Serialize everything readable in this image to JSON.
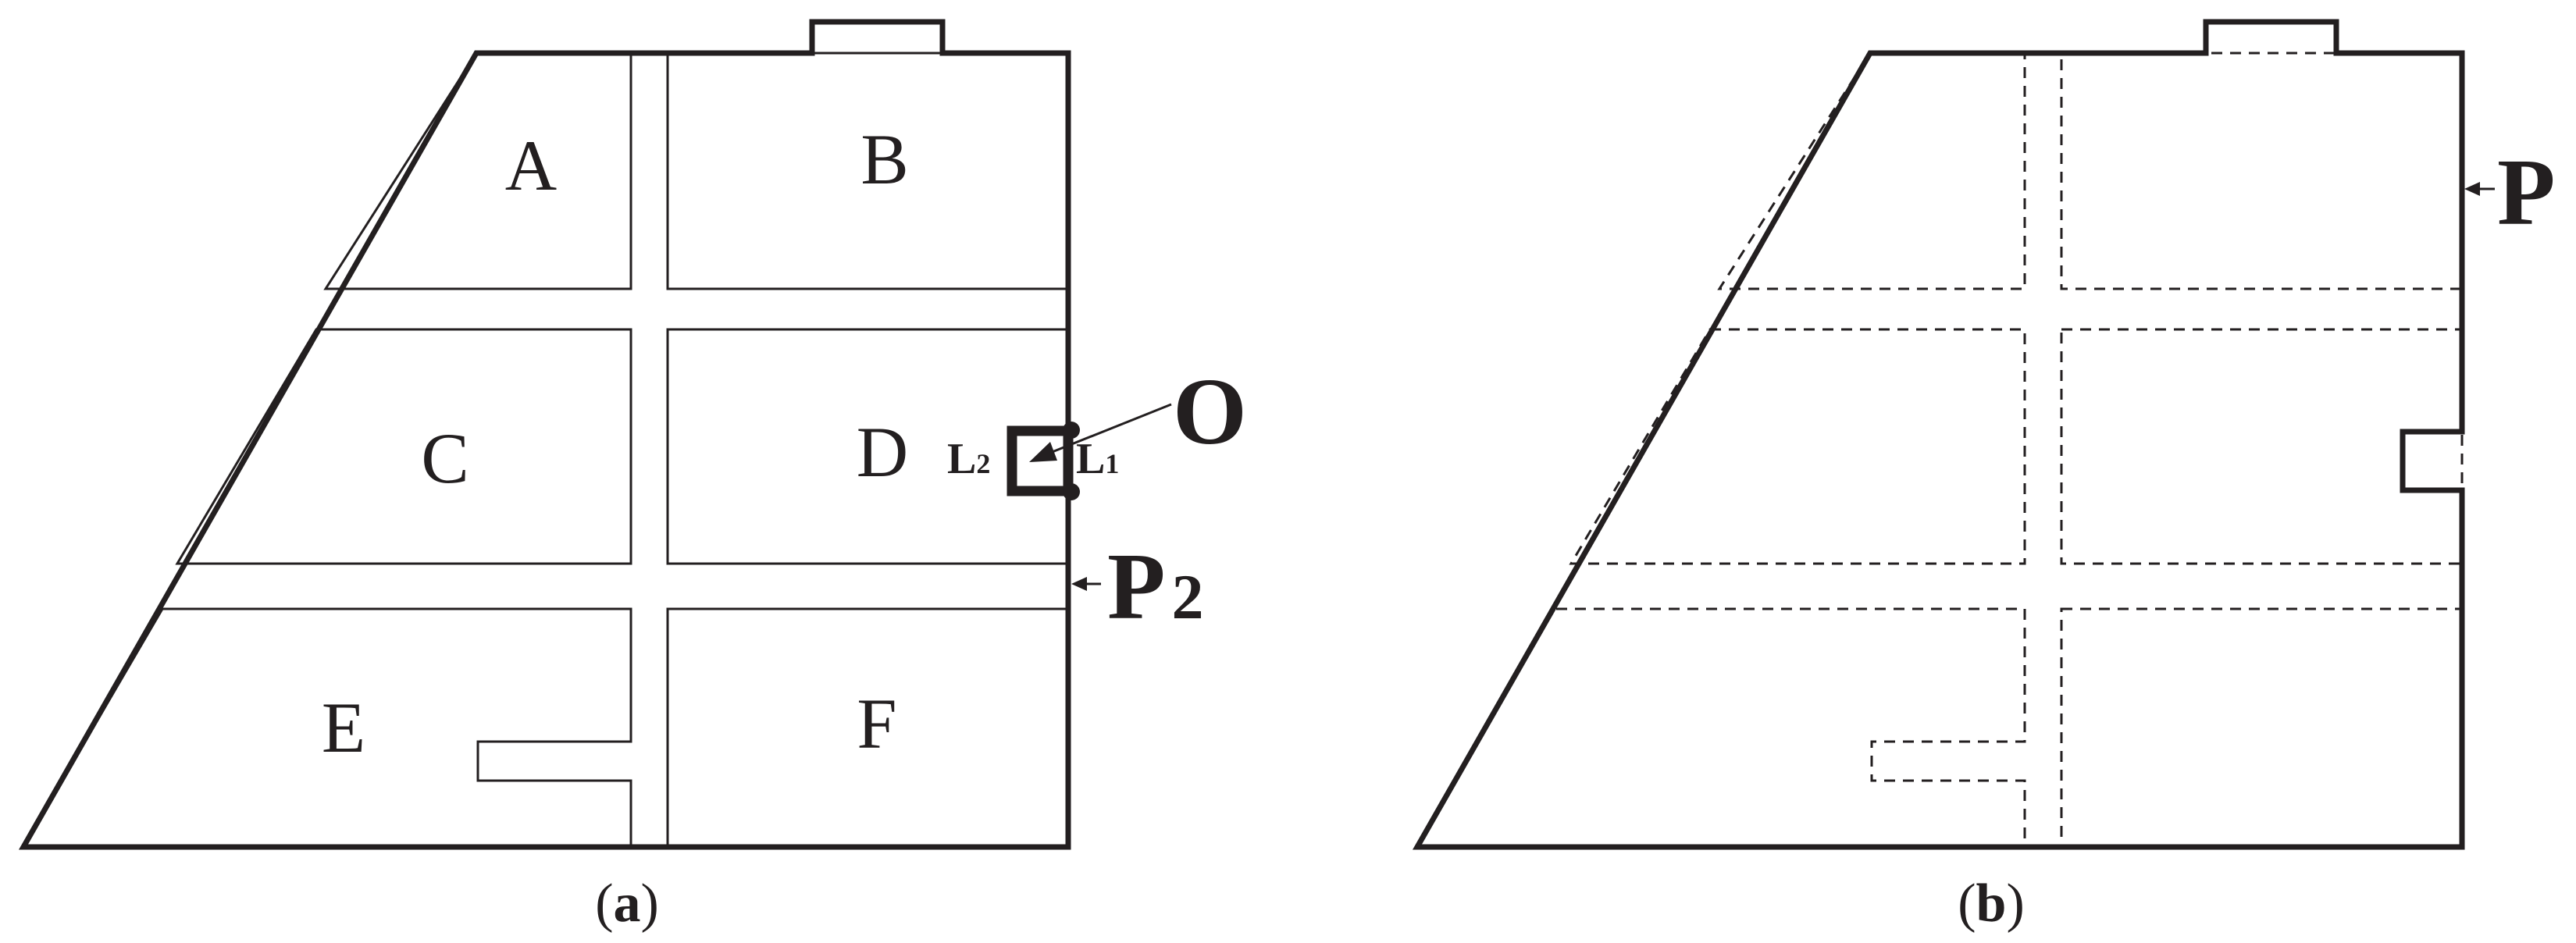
{
  "panel_a": {
    "zones": {
      "a": "A",
      "b": "B",
      "c": "C",
      "d": "D",
      "e": "E",
      "f": "F"
    },
    "point_o": "O",
    "l1": {
      "letter": "L",
      "sub": "1"
    },
    "l2": {
      "letter": "L",
      "sub": "2"
    },
    "p2": {
      "letter": "P",
      "sub": "2"
    },
    "caption": {
      "open": "(",
      "letter": "a",
      "close": ")"
    }
  },
  "panel_b": {
    "p": "P",
    "caption": {
      "open": "(",
      "letter": "b",
      "close": ")"
    }
  },
  "colors": {
    "ink": "#231f20",
    "background": "#ffffff"
  }
}
